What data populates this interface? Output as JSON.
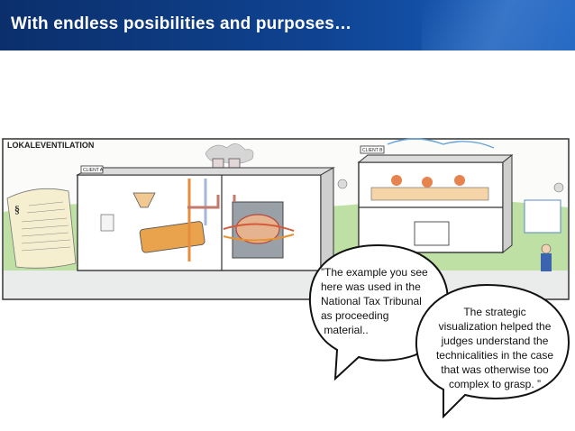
{
  "header": {
    "title": "With endless posibilities and purposes…"
  },
  "illustration": {
    "heading": "LOKALEVENTILATION",
    "client_a_label": "CLIENT A",
    "client_b_label": "CLIENT B",
    "section_symbol": "§"
  },
  "quotes": {
    "quote1_lines": [
      "”The example you see",
      "here was used in the",
      "National Tax Tribunal",
      "as proceeding",
      " material.."
    ],
    "quote2_lines": [
      "The strategic",
      "visualization helped the",
      "judges understand the",
      "technicalities in the case",
      "that was otherwise too",
      "complex to grasp. ”"
    ]
  }
}
